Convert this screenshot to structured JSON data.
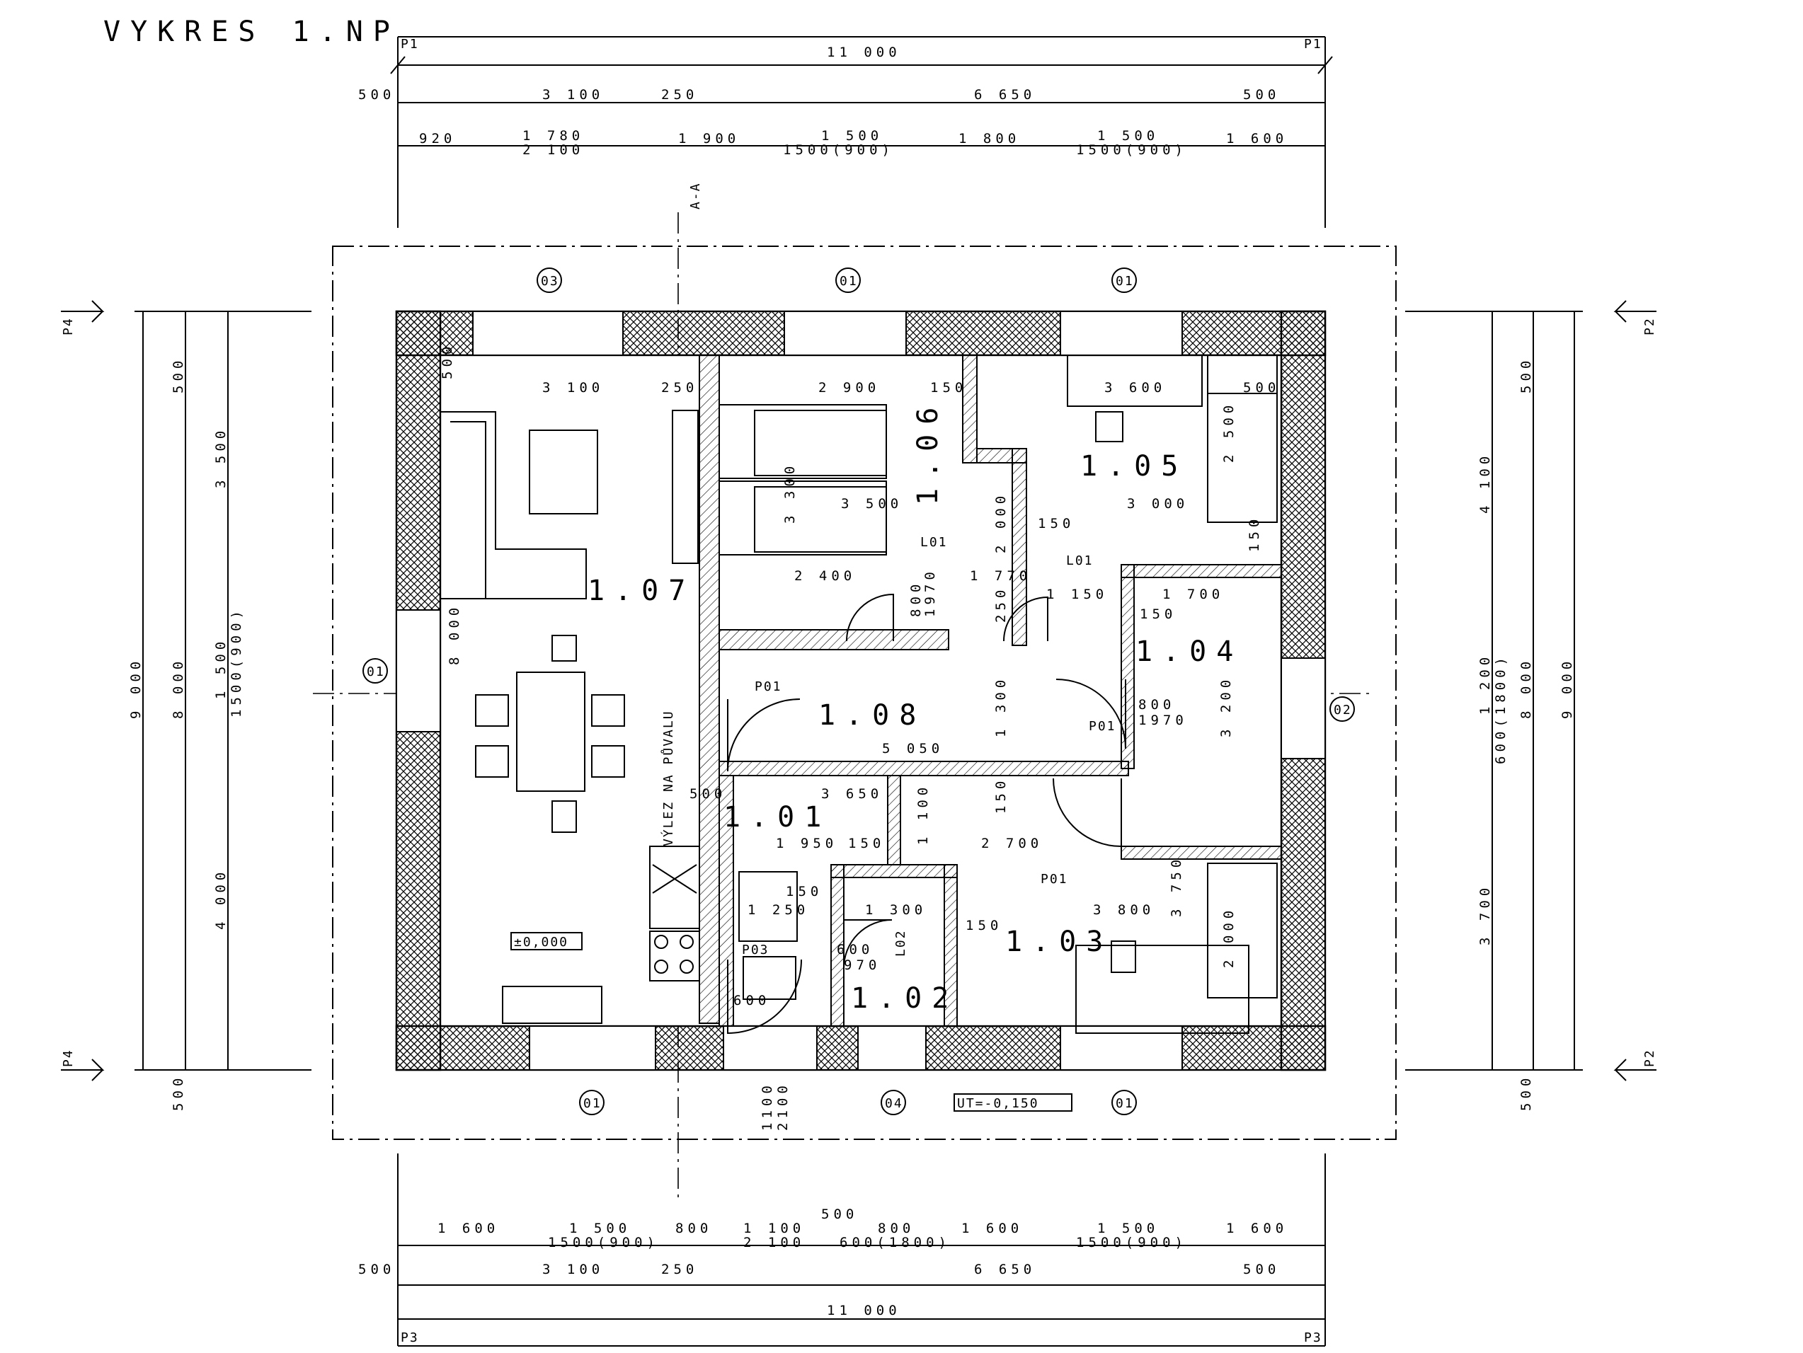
{
  "title": "VYKRES 1.NP",
  "colors": {
    "ink": "#000000",
    "paper": "#ffffff"
  },
  "section_marks": {
    "top_left": "P1",
    "top_right": "P1",
    "bottom_left": "P3",
    "bottom_right": "P3",
    "left_top": "P4",
    "left_bottom": "P4",
    "right_top": "P2",
    "right_bottom": "P2",
    "cut": "A-A"
  },
  "top_dims": {
    "total": "11 000",
    "row2": [
      "500",
      "3 100",
      "250",
      "6 650",
      "500"
    ],
    "row3": [
      "920",
      "1 780",
      "2 100",
      "1 900",
      "1 500",
      "1500(900)",
      "1 800",
      "1 500",
      "1500(900)",
      "1 600"
    ]
  },
  "bottom_dims": {
    "total": "11 000",
    "row2": [
      "500",
      "3 100",
      "250",
      "6 650",
      "500"
    ],
    "row3": [
      "1 600",
      "1 500",
      "1500(900)",
      "800",
      "500",
      "1 100",
      "2 100",
      "800",
      "600(1800)",
      "1 600",
      "1 500",
      "1500(900)",
      "1 600"
    ]
  },
  "left_dims": [
    "500",
    "3 500",
    "1 500",
    "1500(900)",
    "4 000",
    "9 000",
    "8 000",
    "500"
  ],
  "right_dims": [
    "500",
    "4 100",
    "1 200",
    "600(1800)",
    "3 700",
    "8 000",
    "9 000",
    "500"
  ],
  "rooms": [
    "1.07",
    "1.06",
    "1.05",
    "1.04",
    "1.08",
    "1.01",
    "1.02",
    "1.03"
  ],
  "window_tags": [
    "03",
    "01",
    "01",
    "01",
    "02",
    "01",
    "04",
    "01"
  ],
  "door_tags": [
    "L01",
    "L01",
    "P01",
    "P01",
    "P01",
    "P03",
    "L02"
  ],
  "interior_dims": [
    "3 100",
    "250",
    "500",
    "2 900",
    "150",
    "3 600",
    "500",
    "3 500",
    "3 000",
    "3 300",
    "2 000",
    "150",
    "2 400",
    "1 770",
    "1 150",
    "1 700",
    "150",
    "250",
    "800",
    "1970",
    "5 050",
    "1 300",
    "3 200",
    "800",
    "1970",
    "3 650",
    "500",
    "1 950",
    "150",
    "2 700",
    "1 100",
    "150",
    "150",
    "1 250",
    "1 300",
    "150",
    "3 800",
    "600",
    "970",
    "600",
    "3 750",
    "2 000",
    "2 500",
    "150",
    "8 000",
    "1100",
    "2100"
  ],
  "labels": {
    "hatch_access": "VÝLEZ NA PŮVALU",
    "floor_level": "±0,000",
    "ground_level": "UT=-0,150"
  }
}
